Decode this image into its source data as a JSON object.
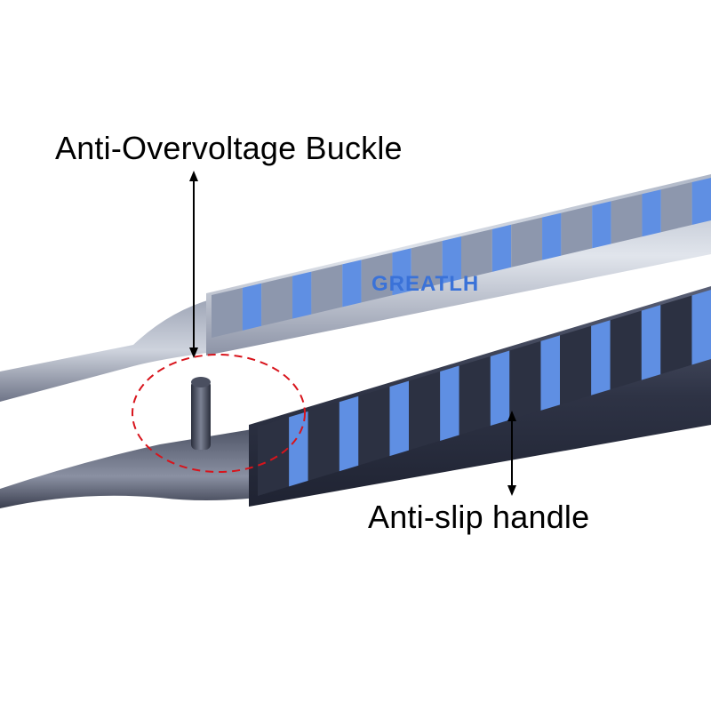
{
  "annotations": {
    "top_label": "Anti-Overvoltage Buckle",
    "bottom_label": "Anti-slip handle"
  },
  "product": {
    "brand_mark": "GREATLH"
  },
  "colors": {
    "background": "#ffffff",
    "text": "#000000",
    "steel_light": "#d9dde6",
    "steel_dark": "#3c4154",
    "titanium_blue": "#5f8fe3",
    "brand_blue": "#3a72d8",
    "highlight_circle": "#d8141c"
  }
}
